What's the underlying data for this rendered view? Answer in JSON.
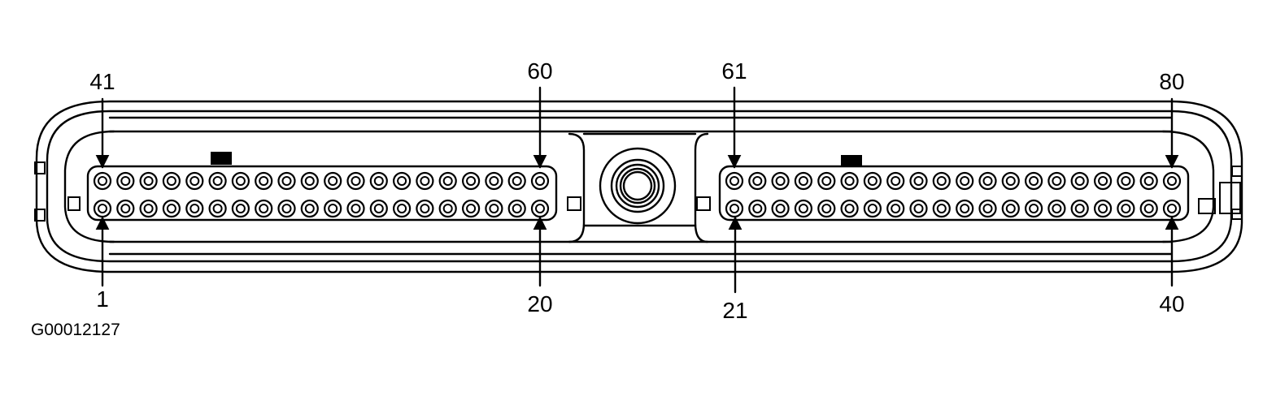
{
  "diagram": {
    "code": "G00012127",
    "labels": {
      "l_top_left": "41",
      "l_top_right": "60",
      "l_bottom_left": "1",
      "l_bottom_right": "20",
      "r_top_left": "61",
      "r_top_right": "80",
      "r_bottom_left": "21",
      "r_bottom_right": "40"
    },
    "left_block": {
      "pins_per_row": 20,
      "top_row": [
        41,
        60
      ],
      "bottom_row": [
        1,
        20
      ]
    },
    "right_block": {
      "pins_per_row": 20,
      "top_row": [
        61,
        80
      ],
      "bottom_row": [
        21,
        40
      ]
    }
  }
}
